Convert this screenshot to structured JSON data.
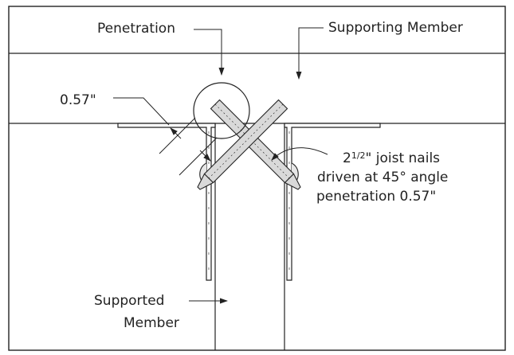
{
  "labels": {
    "penetration": "Penetration",
    "supporting_member": "Supporting Member",
    "dimension": "0.57\"",
    "nail_note": {
      "line1_whole": "2",
      "line1_fraction": "1/2",
      "line1_rest": "\" joist nails",
      "line2": "driven at 45° angle",
      "line3": "penetration 0.57\""
    },
    "supported_line1": "Supported",
    "supported_line2": "Member"
  },
  "colors": {
    "line": "#222222",
    "nail_fill": "#d9d9d9",
    "background": "#ffffff"
  }
}
